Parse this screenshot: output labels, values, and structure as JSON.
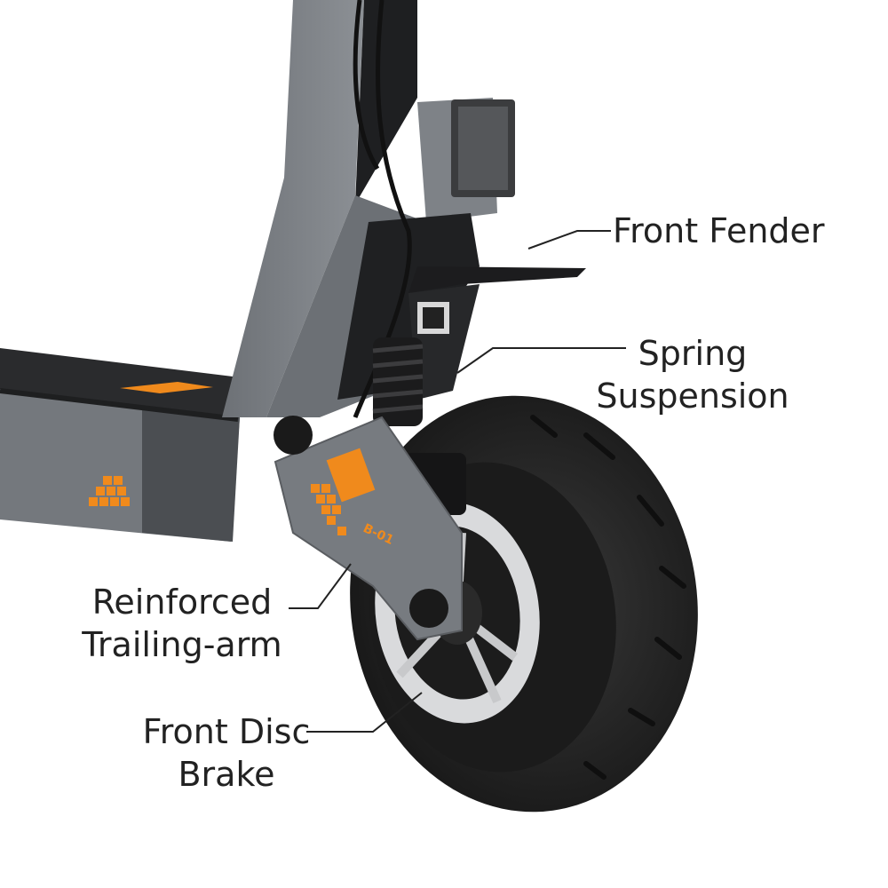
{
  "scene": {
    "subject": "electric-scooter-front-wheel-assembly",
    "colors": {
      "background": "#ffffff",
      "frame_gray": "#7d8186",
      "frame_gray_dark": "#5d6166",
      "black": "#1c1c1e",
      "tire": "#262626",
      "accent_orange": "#f08a1c",
      "disc_silver": "#d9dadc",
      "callout_text": "#222222"
    }
  },
  "callouts": {
    "front_fender": {
      "lines": [
        "Front Fender"
      ]
    },
    "spring_suspension": {
      "lines": [
        "Spring",
        "Suspension"
      ]
    },
    "trailing_arm": {
      "lines": [
        "Reinforced",
        "Trailing-arm"
      ]
    },
    "disc_brake": {
      "lines": [
        "Front Disc",
        "Brake"
      ]
    }
  },
  "arm_badge": {
    "text": "B-01"
  }
}
